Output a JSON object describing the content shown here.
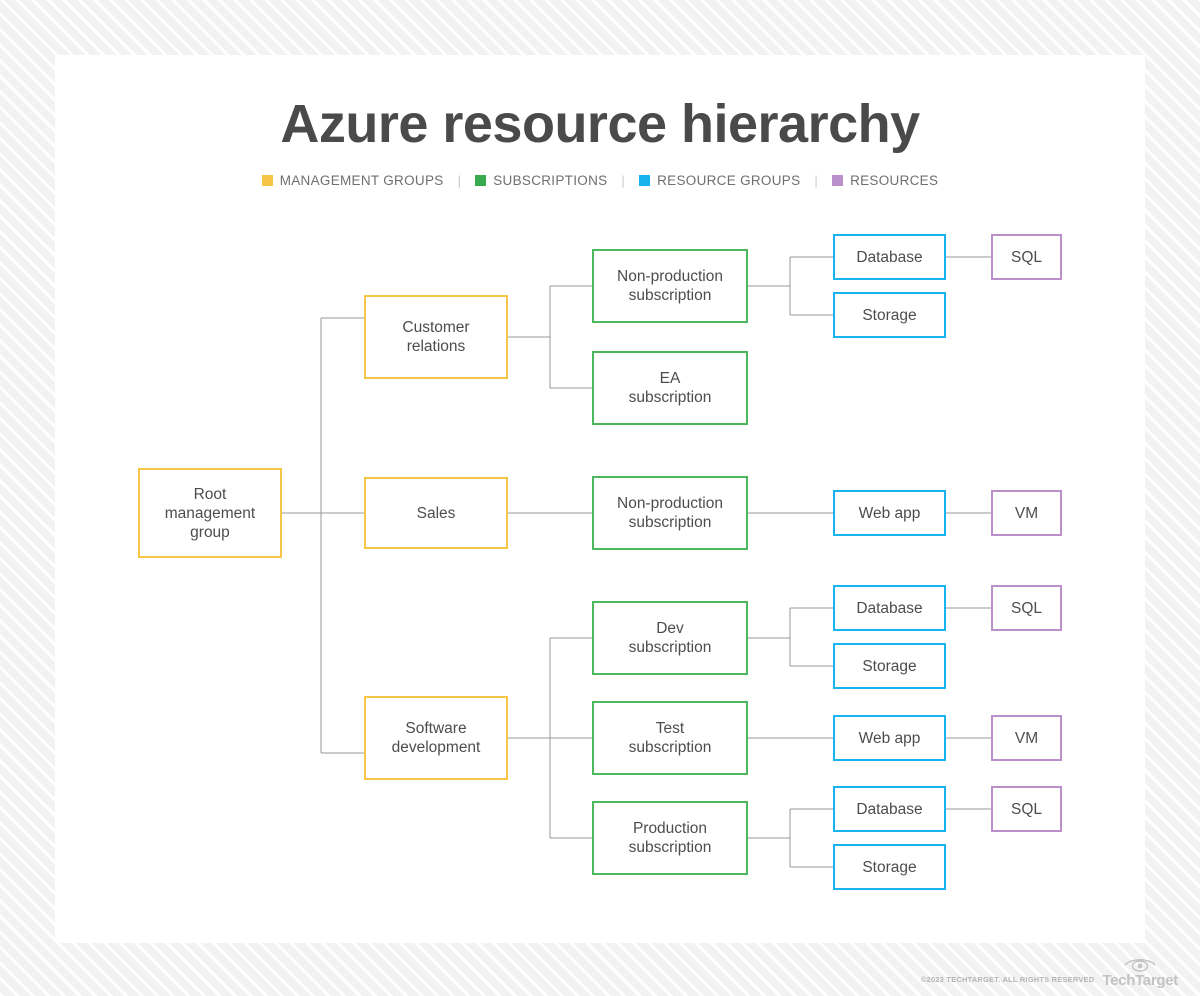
{
  "title": "Azure resource hierarchy",
  "legend": {
    "items": [
      {
        "label": "MANAGEMENT GROUPS",
        "color": "#f7c545"
      },
      {
        "label": "SUBSCRIPTIONS",
        "color": "#3aaa4e"
      },
      {
        "label": "RESOURCE GROUPS",
        "color": "#19b4f0"
      },
      {
        "label": "RESOURCES",
        "color": "#bb8fca"
      }
    ],
    "separator": "|"
  },
  "nodes": {
    "root": "Root management group",
    "mg_customer_relations": "Customer relations",
    "mg_sales": "Sales",
    "mg_software_development": "Software development",
    "sub_nonprod_cr": "Non-production subscription",
    "sub_ea": "EA subscription",
    "sub_nonprod_sales": "Non-production subscription",
    "sub_dev": "Dev subscription",
    "sub_test": "Test subscription",
    "sub_production": "Production subscription",
    "rg_database_1": "Database",
    "rg_storage_1": "Storage",
    "rg_webapp_sales": "Web app",
    "rg_database_dev": "Database",
    "rg_storage_dev": "Storage",
    "rg_webapp_test": "Web app",
    "rg_database_prod": "Database",
    "rg_storage_prod": "Storage",
    "res_sql_1": "SQL",
    "res_vm_sales": "VM",
    "res_sql_dev": "SQL",
    "res_vm_test": "VM",
    "res_sql_prod": "SQL"
  },
  "node_lines": {
    "root": [
      "Root",
      "management",
      "group"
    ],
    "mg_customer_relations": [
      "Customer",
      "relations"
    ],
    "mg_sales": [
      "Sales"
    ],
    "mg_software_development": [
      "Software",
      "development"
    ],
    "sub_nonprod_cr": [
      "Non-production",
      "subscription"
    ],
    "sub_ea": [
      "EA",
      "subscription"
    ],
    "sub_nonprod_sales": [
      "Non-production",
      "subscription"
    ],
    "sub_dev": [
      "Dev",
      "subscription"
    ],
    "sub_test": [
      "Test",
      "subscription"
    ],
    "sub_production": [
      "Production",
      "subscription"
    ]
  },
  "footer": {
    "copyright": "©2023 TECHTARGET. ALL RIGHTS RESERVED",
    "logo_name": "TechTarget",
    "logo_icon": "eye-icon"
  },
  "colors": {
    "management_group": "#f7c545",
    "subscription": "#4bb85f",
    "resource_group": "#19b4f0",
    "resource": "#bb8fca",
    "connector": "#9a9a9a",
    "text": "#4d4d4d",
    "title": "#4a4a4a",
    "card": "#ffffff"
  }
}
